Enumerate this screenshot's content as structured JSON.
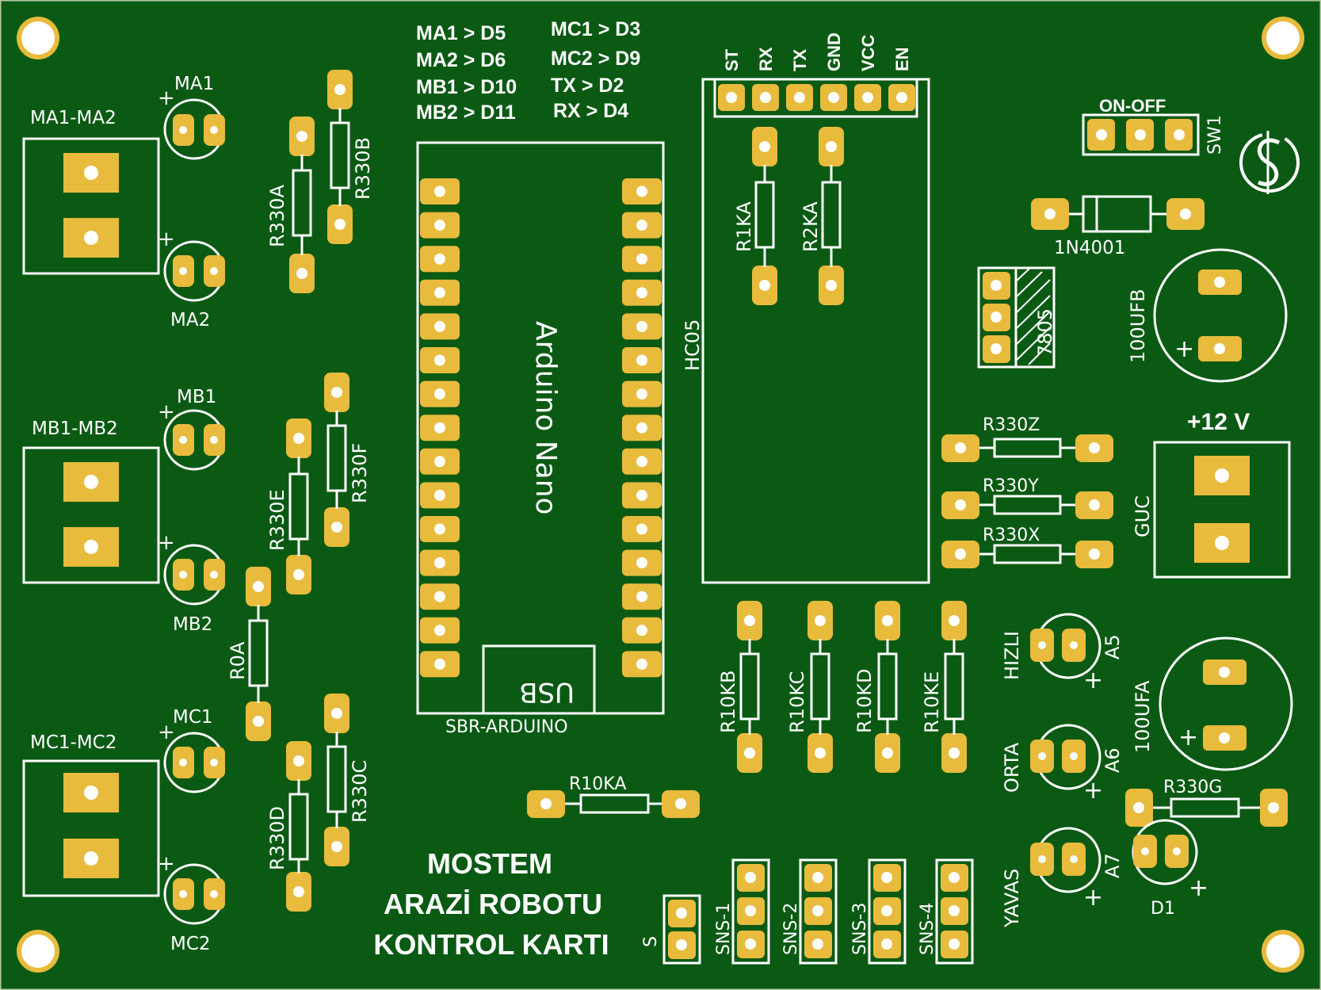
{
  "colors": {
    "board": "#0b5a14",
    "pad": "#e8bb3c",
    "silk": "#ffffff",
    "hole": "#ffffff"
  },
  "pin_map": {
    "left": [
      "MA1 > D5",
      "MA2 > D6",
      "MB1 > D10",
      "MB2 > D11"
    ],
    "right": [
      "MC1 > D3",
      "MC2 > D9",
      "TX > D2",
      "RX > D4"
    ]
  },
  "motors": [
    {
      "connector": "MA1-MA2",
      "top": "MA1",
      "bottom": "MA2"
    },
    {
      "connector": "MB1-MB2",
      "top": "MB1",
      "bottom": "MB2"
    },
    {
      "connector": "MC1-MC2",
      "top": "MC1",
      "bottom": "MC2"
    }
  ],
  "plus_sign": "+",
  "resistors": {
    "r330a": "R330A",
    "r330b": "R330B",
    "r330e": "R330E",
    "r330f": "R330F",
    "r330d": "R330D",
    "r330c": "R330C",
    "r0a": "R0A",
    "r1ka": "R1KA",
    "r2ka": "R2KA",
    "r330z": "R330Z",
    "r330y": "R330Y",
    "r330x": "R330X",
    "r10kb": "R10KB",
    "r10kc": "R10KC",
    "r10kd": "R10KD",
    "r10ke": "R10KE",
    "r10ka": "R10KA",
    "r330g": "R330G"
  },
  "arduino": {
    "label": "Arduino Nano",
    "usb": "USB",
    "footer": "SBR-ARDUINO"
  },
  "hc05": {
    "label": "HC05",
    "pins": [
      "ST",
      "RX",
      "TX",
      "GND",
      "VCC",
      "EN"
    ]
  },
  "switch": {
    "label": "ON-OFF",
    "ref": "SW1"
  },
  "diode": "1N4001",
  "regulator": "7805",
  "cap_b": "100UFB",
  "cap_a": "100UFA",
  "power": {
    "label": "+12 V",
    "connector": "GUC"
  },
  "leds": [
    {
      "name": "HIZLI",
      "pin": "A5"
    },
    {
      "name": "ORTA",
      "pin": "A6"
    },
    {
      "name": "YAVAS",
      "pin": "A7"
    }
  ],
  "led_d1": "D1",
  "sensors": [
    "SNS-1",
    "SNS-2",
    "SNS-3",
    "SNS-4"
  ],
  "s_header": "S",
  "title": [
    "MOSTEM",
    "ARAZİ ROBOTU",
    "KONTROL KARTI"
  ]
}
